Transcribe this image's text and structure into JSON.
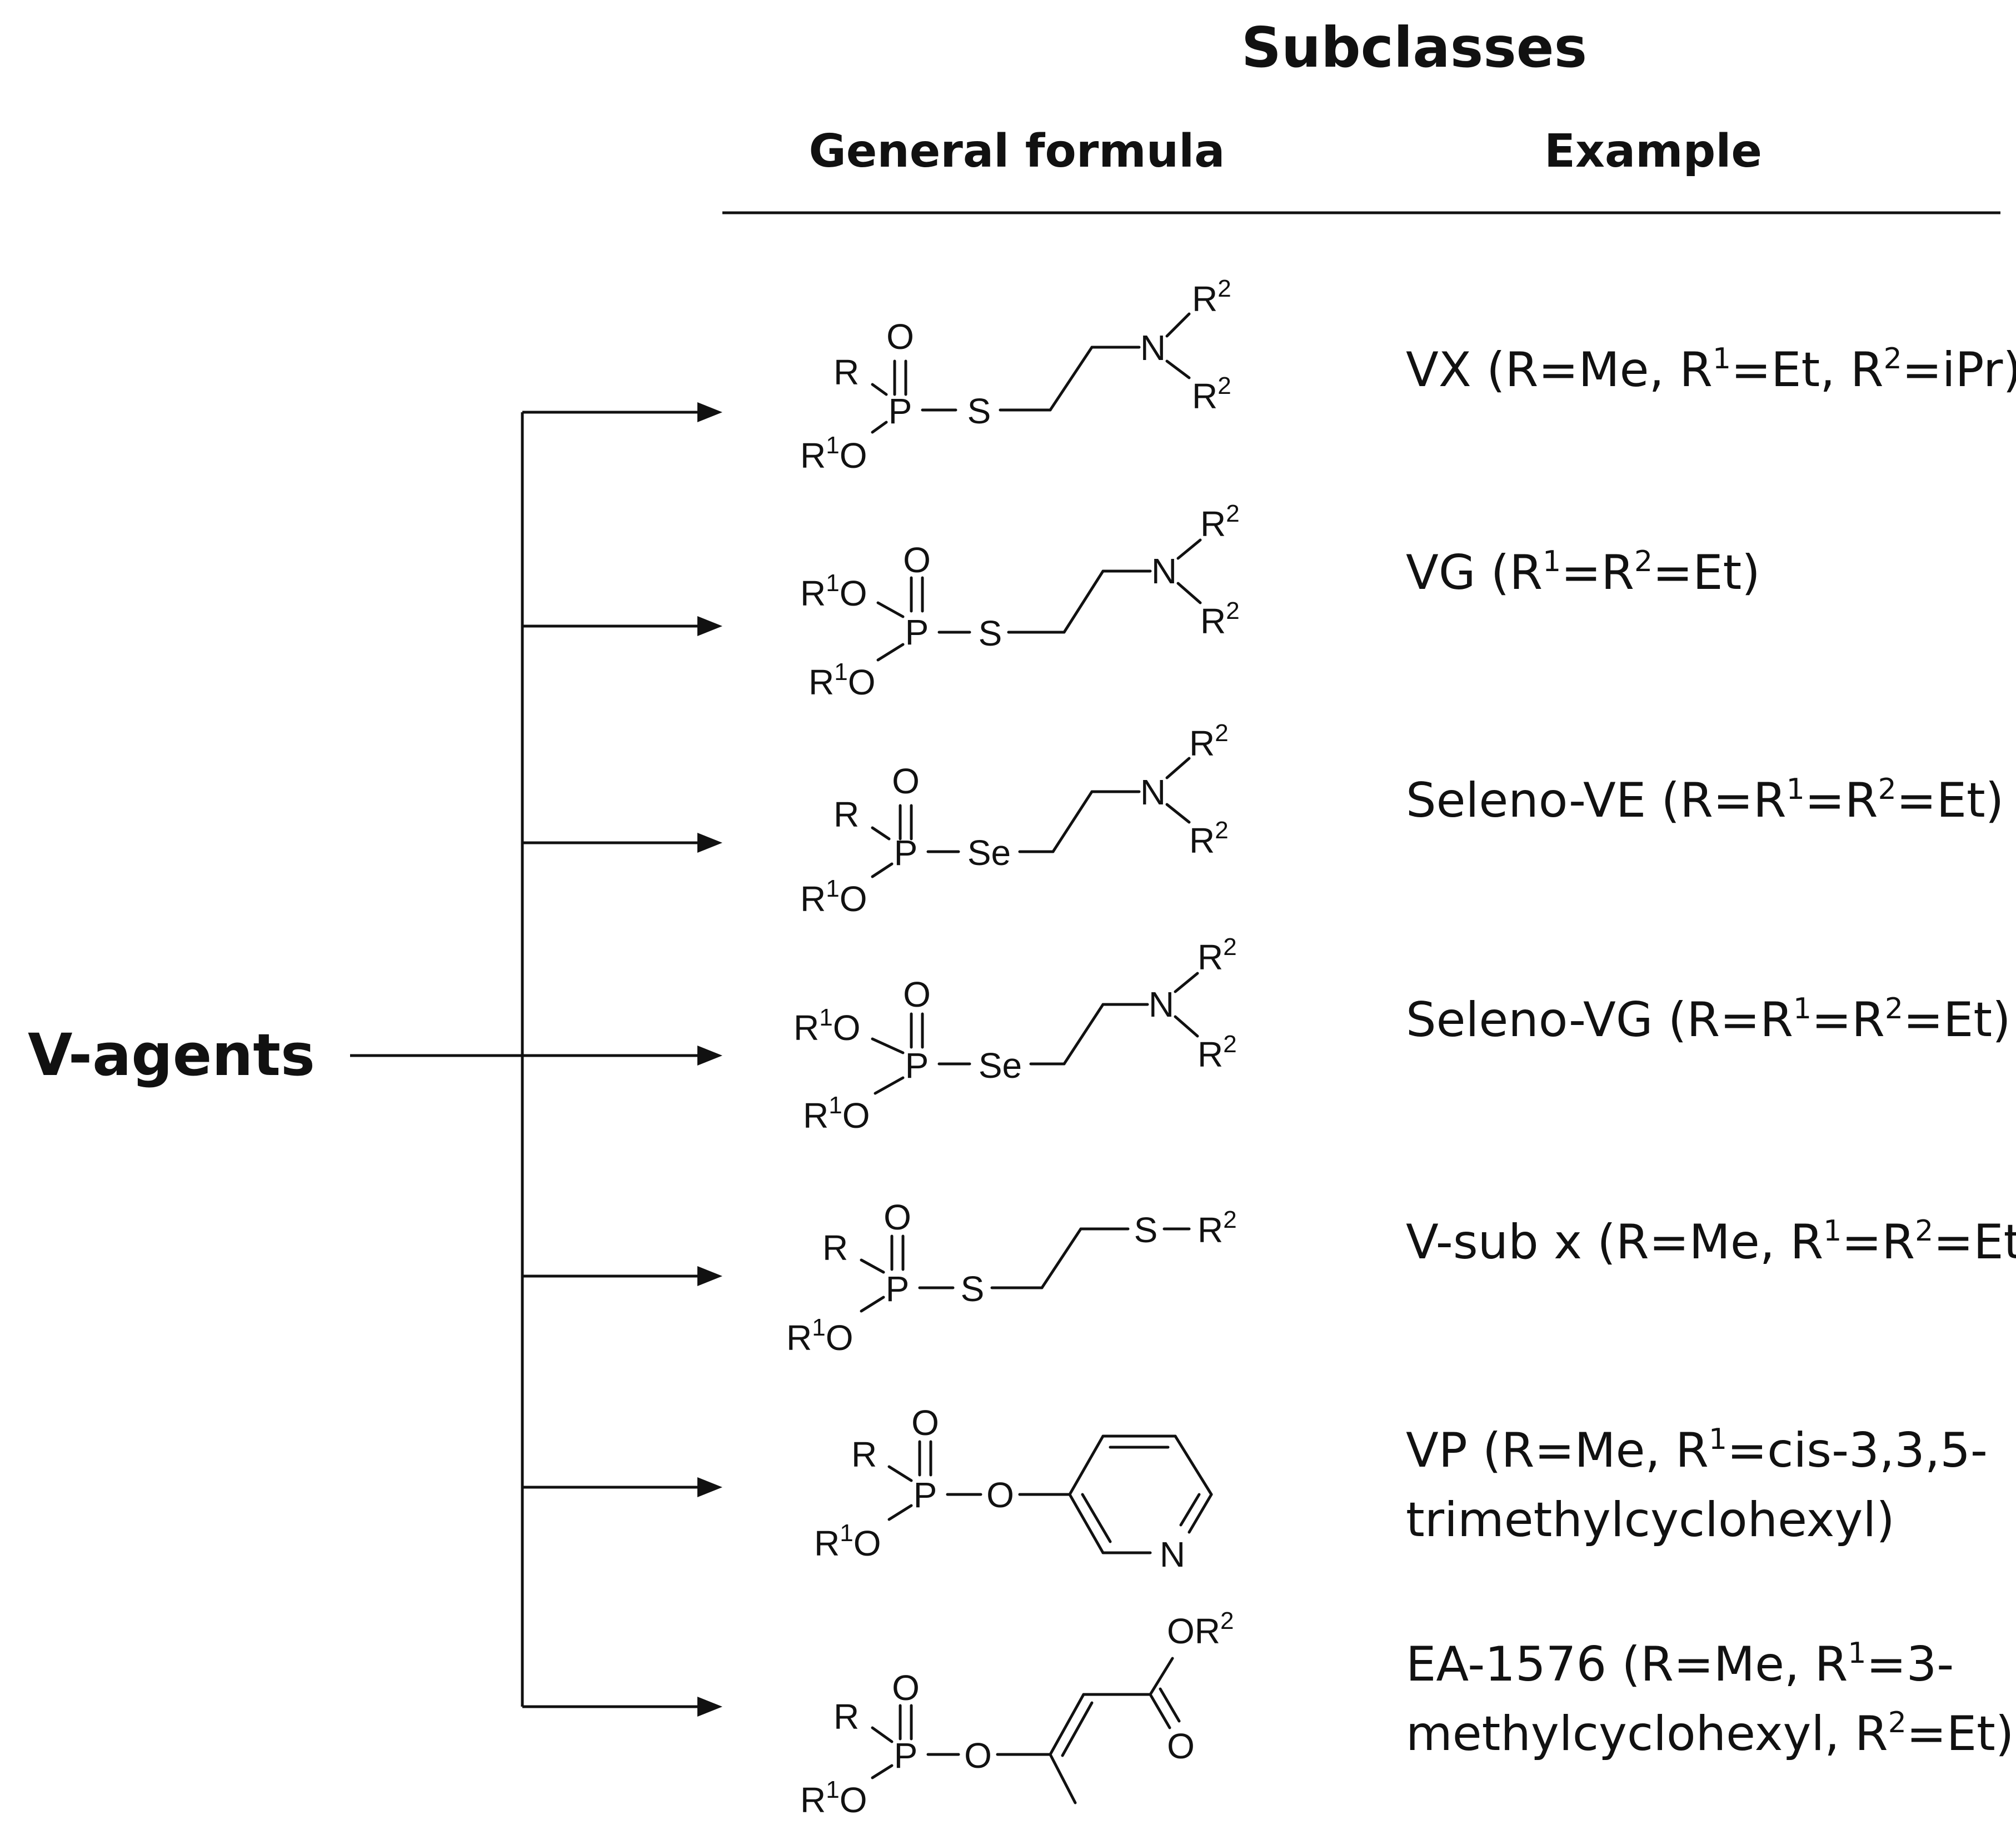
{
  "figure": {
    "root_label": "V-agents",
    "header_title": "Subclasses",
    "col_formula": "General formula",
    "col_example": "Example"
  },
  "atoms": {
    "R": "R",
    "O": "O",
    "P": "P",
    "S": "S",
    "Se": "Se",
    "N": "N",
    "sup1": "1",
    "sup2": "2"
  },
  "rows": [
    {
      "key": "vx",
      "example_lines": [
        "VX (R=Me, R",
        "1",
        "=Et, R",
        "2",
        "=iPr)"
      ]
    },
    {
      "key": "vg",
      "example_lines": [
        "VG (R",
        "1",
        "=R",
        "2",
        "=Et)"
      ]
    },
    {
      "key": "seleno-ve",
      "example_lines": [
        "Seleno-VE (R=R",
        "1",
        "=R",
        "2",
        "=Et)"
      ]
    },
    {
      "key": "seleno-vg",
      "example_lines": [
        "Seleno-VG (R=R",
        "1",
        "=R",
        "2",
        "=Et)"
      ]
    },
    {
      "key": "v-sub-x",
      "example_lines": [
        "V-sub x (R=Me, R",
        "1",
        "=R",
        "2",
        "=Et)"
      ]
    },
    {
      "key": "vp",
      "example_line1": [
        "VP (R=Me, R",
        "1",
        "=cis-3,3,5-"
      ],
      "example_line2": "trimethylcyclohexyl)"
    },
    {
      "key": "ea-1576",
      "example_line1": [
        "EA-1576 (R=Me, R",
        "1",
        "=3-"
      ],
      "example_line2": [
        "methylcyclohexyl, R",
        "2",
        "=Et)"
      ]
    }
  ]
}
